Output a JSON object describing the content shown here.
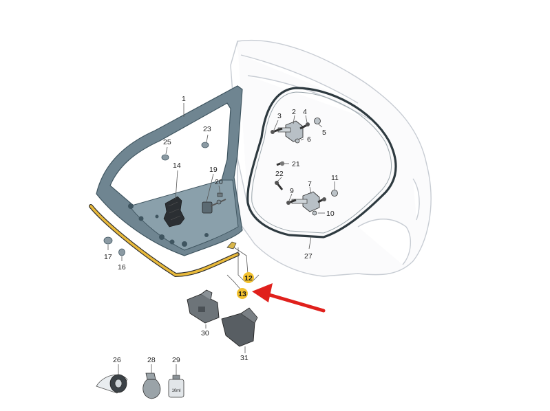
{
  "diagram": {
    "part_labels": {
      "p1": "1",
      "p2": "2",
      "p3": "3",
      "p4": "4",
      "p5": "5",
      "p6": "6",
      "p7": "7",
      "p9": "9",
      "p10": "10",
      "p11": "11",
      "p14": "14",
      "p16": "16",
      "p17": "17",
      "p19": "19",
      "p20": "20",
      "p21": "21",
      "p22": "22",
      "p23": "23",
      "p25": "25",
      "p26": "26",
      "p27": "27",
      "p28": "28",
      "p29": "29",
      "p30": "30",
      "p31": "31"
    },
    "highlighted_labels": {
      "h12": "12",
      "h13": "13"
    },
    "bottle_label": "10ml",
    "colors": {
      "door": "#6f8591",
      "door_dark": "#3f5560",
      "seal": "#e8b93a",
      "highlight_marker": "#f2c12e",
      "arrow": "#e0201c",
      "body_outline": "#c7ccd3"
    }
  }
}
